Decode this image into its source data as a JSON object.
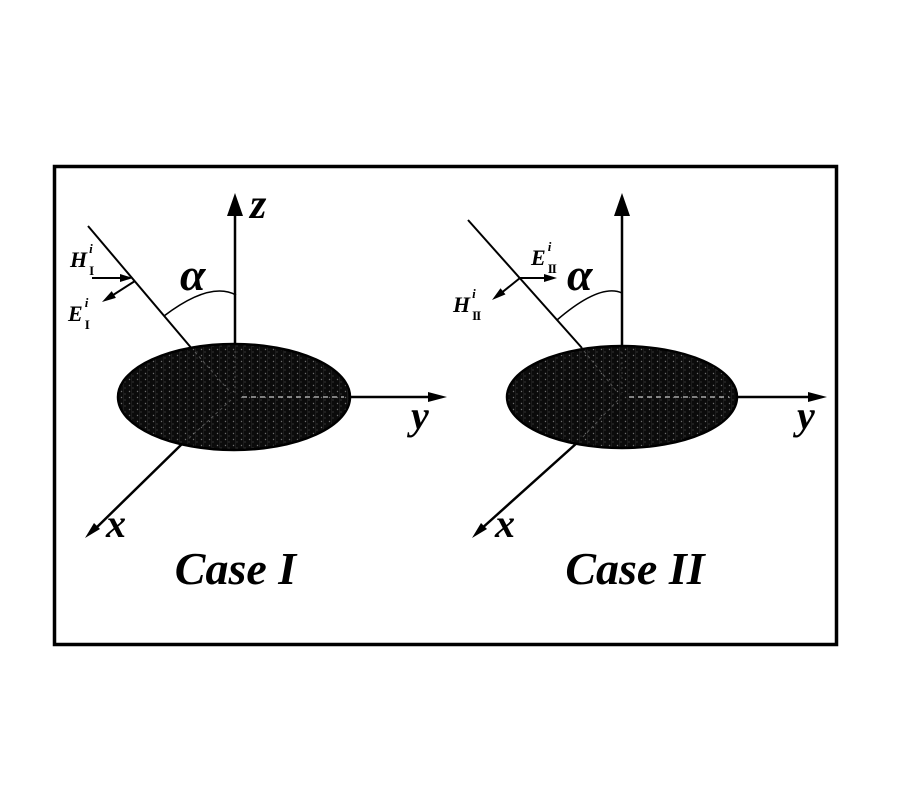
{
  "figure": {
    "paper_color": "#ffffff",
    "ink_color": "#000000",
    "disk_color": "#0b0b0b",
    "case1": {
      "caption": "Case I",
      "axis_z": "z",
      "axis_y": "y",
      "axis_x": "x",
      "angle": "α",
      "h_field": {
        "base": "H",
        "sup": "i",
        "sub": "I"
      },
      "e_field": {
        "base": "E",
        "sup": "i",
        "sub": "I"
      }
    },
    "case2": {
      "caption": "Case II",
      "axis_y": "y",
      "axis_x": "x",
      "angle": "α",
      "e_field": {
        "base": "E",
        "sup": "i",
        "sub": "II"
      },
      "h_field": {
        "base": "H",
        "sup": "i",
        "sub": "II"
      }
    }
  }
}
